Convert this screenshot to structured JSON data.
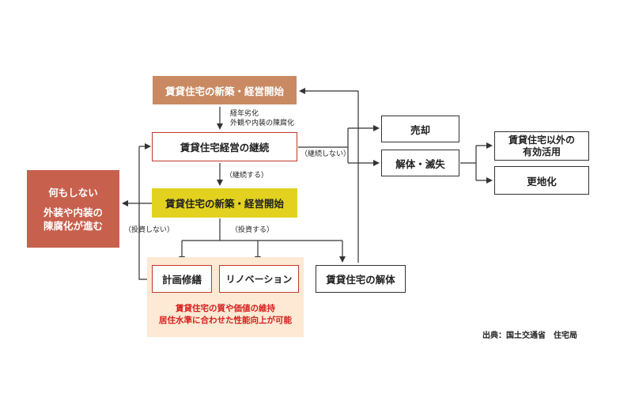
{
  "colors": {
    "tan": "#c98a63",
    "red_border": "#c0392b",
    "yellow": "#e2d21f",
    "brick": "#c8604e",
    "peach": "#fde9d4",
    "red_text": "#d6201e",
    "line": "#333333"
  },
  "nodes": {
    "top_start": "賃貸住宅の新築・経営開始",
    "continue": "賃貸住宅経営の継続",
    "second_start": "賃貸住宅の新築・経営開始",
    "do_nothing_line1": "何もしない",
    "do_nothing_line2": "外装や内装の",
    "do_nothing_line3": "陳腐化が進む",
    "sale": "売却",
    "dismantle_loss": "解体・滅失",
    "other_use_line1": "賃貸住宅以外の",
    "other_use_line2": "有効活用",
    "vacant_land": "更地化",
    "planned_repair": "計画修繕",
    "renovation": "リノベーション",
    "demolition": "賃貸住宅の解体",
    "benefit_line1": "賃貸住宅の質や価値の維持",
    "benefit_line2": "居住水準に合わせた性能向上が可能"
  },
  "labels": {
    "aging_line1": "経年劣化",
    "aging_line2": "外観や内装の陳腐化",
    "continue_yes": "（継続する）",
    "continue_no": "（継続しない）",
    "invest_yes": "（投資する）",
    "invest_no": "（投資しない）"
  },
  "source": "出典：国土交通省　住宅局"
}
